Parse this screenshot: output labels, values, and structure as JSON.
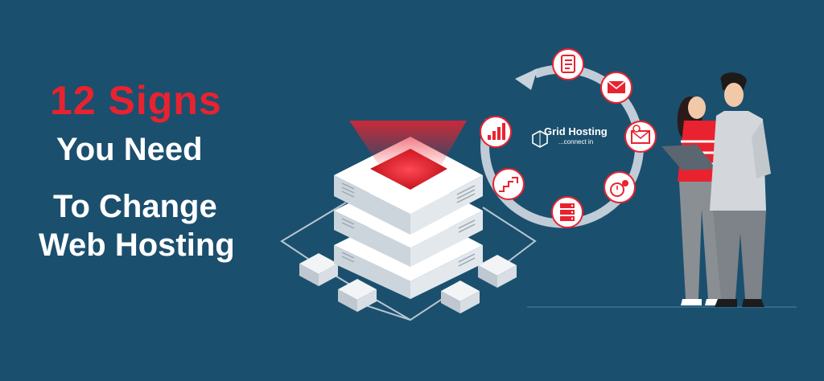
{
  "headline": {
    "line1": "12 Signs",
    "line2": "You Need",
    "line3": "To Change",
    "line4": "Web Hosting"
  },
  "brand": {
    "name": "Grid Hosting",
    "tagline": "...connect in"
  },
  "colors": {
    "background": "#1b4f6e",
    "accent_red": "#e8232f",
    "text_white": "#ffffff",
    "server_light": "#eef1f4"
  },
  "icons": [
    "document-list-icon",
    "email-icon",
    "email-search-icon",
    "stopwatch-gear-icon",
    "server-rack-icon",
    "stairs-growth-icon",
    "bar-chart-icon"
  ]
}
